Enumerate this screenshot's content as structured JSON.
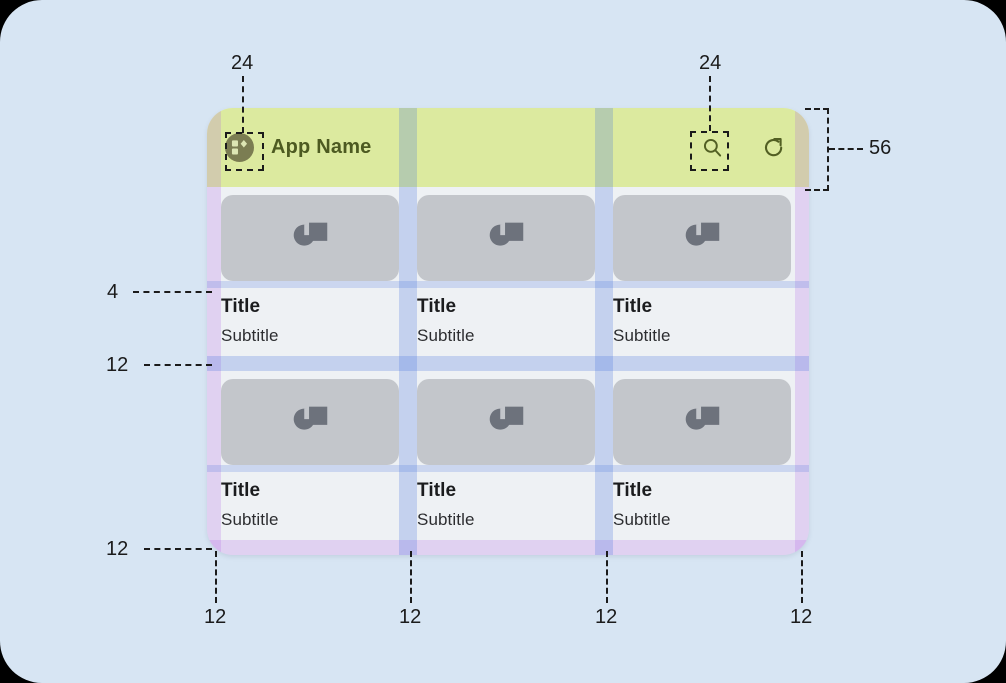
{
  "diagram": {
    "type": "ui-spec-annotation",
    "description": "Material grid list layout spec with spacing measurements",
    "background_color": "#d7e5f3"
  },
  "appbar": {
    "title": "App Name",
    "background_color": "#dcea9f",
    "text_color": "#4d5a21",
    "height_label": "56",
    "menu_icon": "dashboard-grid-icon",
    "actions": [
      {
        "icon": "search-icon",
        "name": "search"
      },
      {
        "icon": "refresh-icon",
        "name": "refresh"
      }
    ]
  },
  "grid": {
    "columns": 3,
    "rows": 2,
    "card_image_icon": "image-placeholder-icon",
    "cards": [
      {
        "title": "Title",
        "subtitle": "Subtitle"
      },
      {
        "title": "Title",
        "subtitle": "Subtitle"
      },
      {
        "title": "Title",
        "subtitle": "Subtitle"
      },
      {
        "title": "Title",
        "subtitle": "Subtitle"
      },
      {
        "title": "Title",
        "subtitle": "Subtitle"
      },
      {
        "title": "Title",
        "subtitle": "Subtitle"
      }
    ]
  },
  "annotations": {
    "menu_inset": "24",
    "search_inset": "24",
    "appbar_height": "56",
    "image_to_title_gap": "4",
    "row_gap": "12",
    "bottom_padding": "12",
    "column_gap_1": "12",
    "column_gap_2": "12",
    "column_gap_3": "12",
    "right_padding": "12"
  },
  "colors": {
    "appbar_overlay": "#dcea9f",
    "padding_overlay": "#a855e6",
    "gap_overlay": "#406edc",
    "thumb": "#c3c6cb",
    "card_bg": "#eef1f4"
  }
}
